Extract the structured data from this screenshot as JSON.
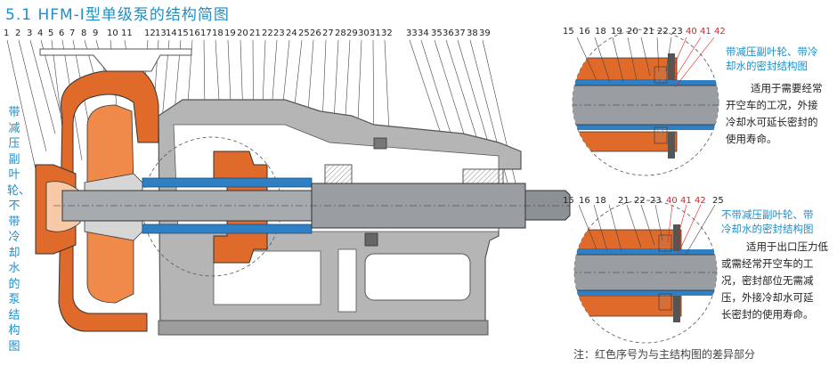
{
  "title": "5.1 HFM-Ⅰ型单级泵的结构简图",
  "side_label": "带减压副叶轮、不带冷却水的泵结构图",
  "main_part_numbers": [
    "1",
    "2",
    "3",
    "4",
    "5",
    "6",
    "7",
    "8",
    "9",
    "10",
    "11",
    "12",
    "13",
    "14",
    "15",
    "16",
    "17",
    "18",
    "19",
    "20",
    "21",
    "22",
    "23",
    "24",
    "25",
    "26",
    "27",
    "28",
    "29",
    "30",
    "31",
    "32",
    "33",
    "34",
    "35",
    "36",
    "37",
    "38",
    "39"
  ],
  "detail_top": {
    "numbers_black": [
      "15",
      "16",
      "18",
      "19",
      "20",
      "21",
      "22",
      "23"
    ],
    "numbers_red": [
      "40",
      "41",
      "42"
    ],
    "caption_lines": [
      "带减压副叶轮、带冷",
      "却水的密封结构图"
    ],
    "desc_lines": [
      "适用于需要经常",
      "开空车的工况，外接",
      "冷却水可延长密封的",
      "使用寿命。"
    ]
  },
  "detail_bottom": {
    "numbers_black": [
      "15",
      "16",
      "18",
      "21",
      "22",
      "23"
    ],
    "numbers_red": [
      "40",
      "41",
      "42"
    ],
    "numbers_black_tail": [
      "25"
    ],
    "caption_lines": [
      "不带减压副叶轮、带",
      "冷却水的密封结构图"
    ],
    "desc_lines": [
      "适用于出口压力低",
      "或需经常开空车的工",
      "况，密封部位无需减",
      "压，外接冷却水可延",
      "长密封的使用寿命。"
    ]
  },
  "note": "注：红色序号为与主结构图的差异部分",
  "colors": {
    "accent_blue": "#1d8fc9",
    "casing_orange": "#e06a2a",
    "frame_gray": "#a8a8a8",
    "shaft_gray": "#9a9ea2",
    "sleeve_blue": "#2f7fc4",
    "red_label": "#e02020"
  }
}
